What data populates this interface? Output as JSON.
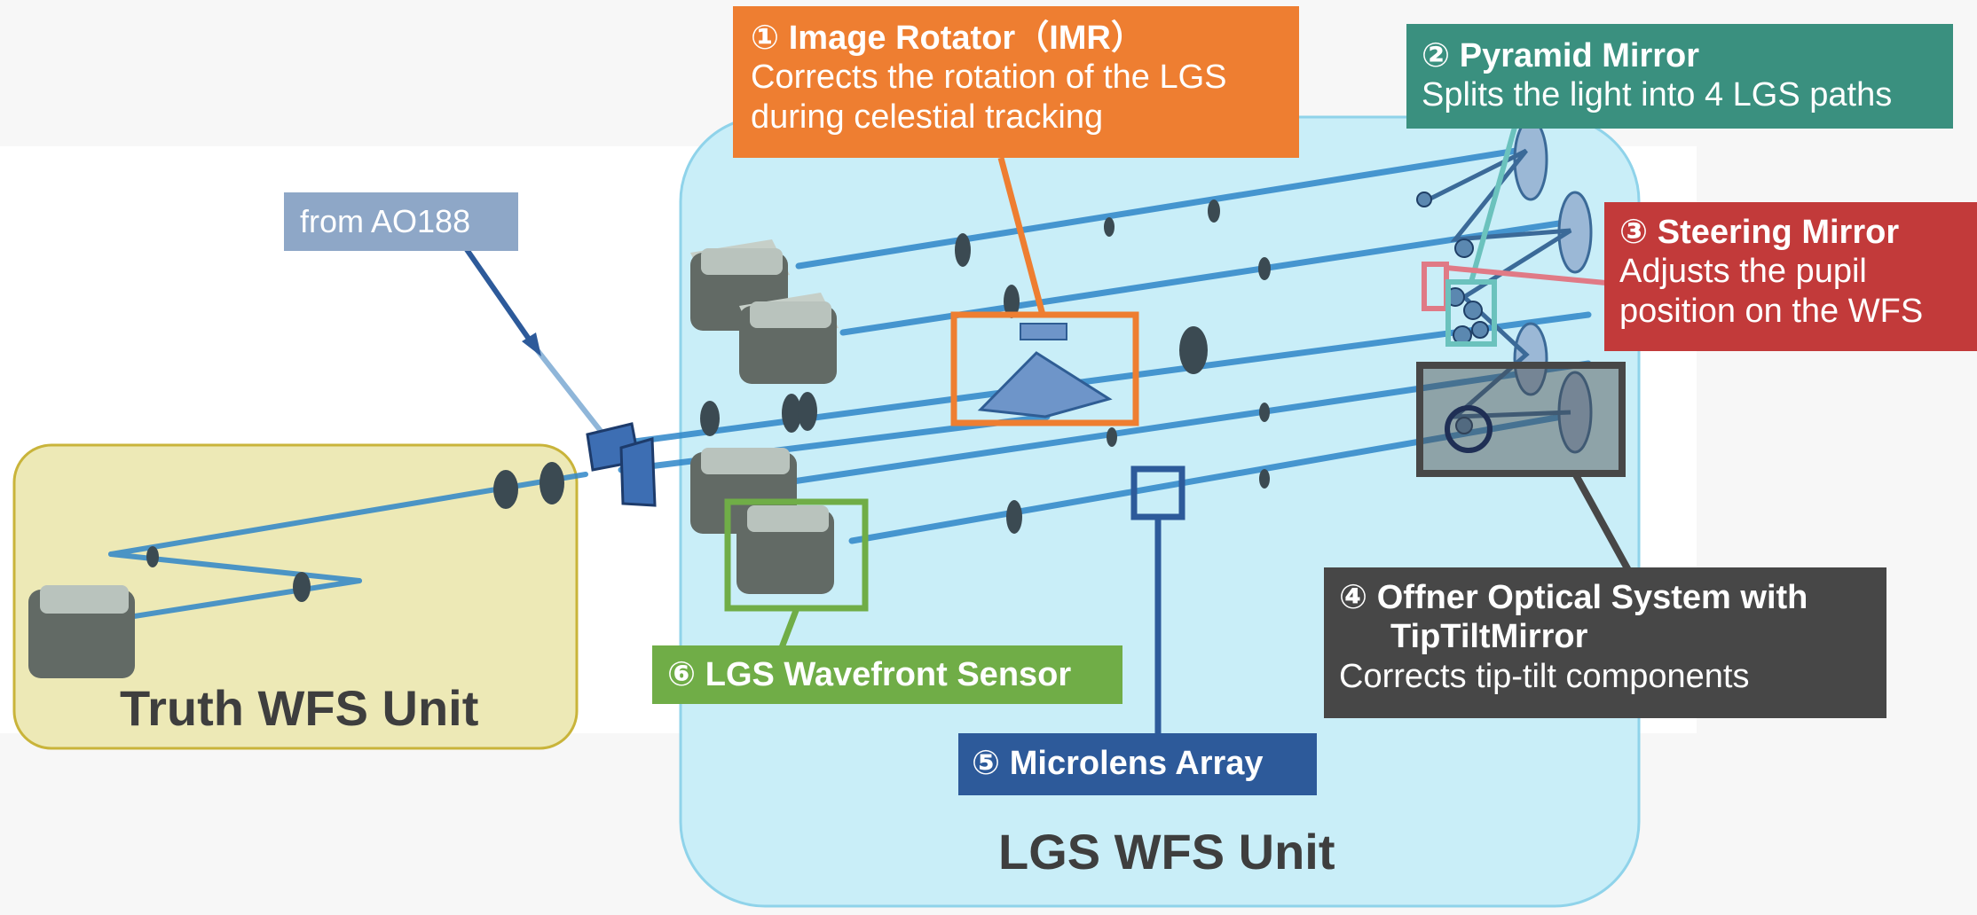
{
  "colors": {
    "background": "#f7f7f7",
    "lgs_unit_fill": "#c9eef8",
    "lgs_unit_border": "#8fd3ea",
    "truth_unit_fill": "#ede9b6",
    "truth_unit_border": "#c9b43a",
    "orange": "#ee7e31",
    "teal": "#3a907f",
    "red": "#c23a3a",
    "green": "#70ad47",
    "navy": "#2d5a9a",
    "dark": "#474747",
    "slate": "#8ea7c7",
    "beam": "#2f86c8",
    "camera": "#5c625e"
  },
  "units": {
    "lgs": "LGS WFS Unit",
    "truth": "Truth WFS Unit"
  },
  "source_label": "from AO188",
  "callouts": [
    {
      "id": "image-rotator",
      "title": "① Image Rotator（IMR）",
      "desc": [
        "Corrects the rotation of the LGS",
        "during celestial tracking"
      ]
    },
    {
      "id": "pyramid-mirror",
      "title": "② Pyramid Mirror",
      "desc": [
        "Splits the light into 4 LGS paths"
      ]
    },
    {
      "id": "steering-mirror",
      "title": "③ Steering Mirror",
      "desc": [
        "Adjusts the pupil",
        "position on the WFS"
      ]
    },
    {
      "id": "offner",
      "title": "④ Offner Optical System with",
      "title2": "TipTiltMirror",
      "desc": [
        "Corrects tip-tilt components"
      ]
    },
    {
      "id": "microlens-array",
      "title": "⑤ Microlens Array",
      "desc": []
    },
    {
      "id": "lgs-wavefront-sensor",
      "title": "⑥ LGS Wavefront Sensor",
      "desc": []
    }
  ]
}
